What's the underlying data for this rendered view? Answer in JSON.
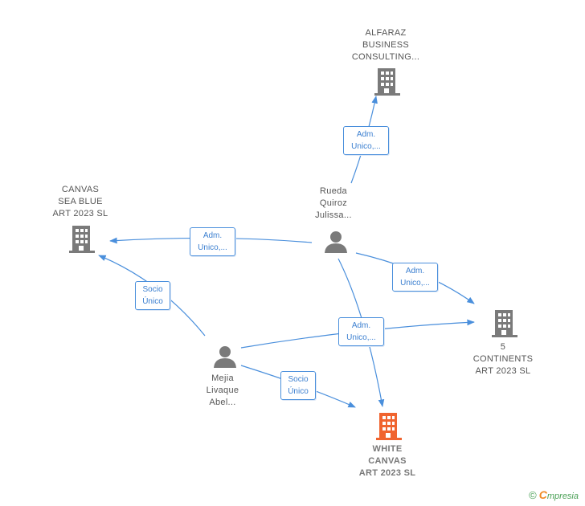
{
  "nodes": {
    "alfaraz": {
      "label": "ALFARAZ\nBUSINESS\nCONSULTING...",
      "kind": "company"
    },
    "canvas_sea": {
      "label": "CANVAS\nSEA BLUE\nART 2023  SL",
      "kind": "company"
    },
    "rueda": {
      "label": "Rueda\nQuiroz\nJulissa...",
      "kind": "person"
    },
    "continents": {
      "label": "5\nCONTINENTS\nART 2023  SL",
      "kind": "company"
    },
    "mejia": {
      "label": "Mejia\nLivaque\nAbel...",
      "kind": "person"
    },
    "white": {
      "label": "WHITE\nCANVAS\nART 2023  SL",
      "kind": "company-focus"
    }
  },
  "edges": {
    "rueda_alfaraz": "Adm.\nUnico,...",
    "rueda_canvas_sea": "Adm.\nUnico,...",
    "rueda_continents": "Adm.\nUnico,...",
    "rueda_white": "Adm.\nUnico,...",
    "mejia_canvas_sea": "Socio\nÚnico",
    "mejia_white": "Socio\nÚnico"
  },
  "footer": {
    "copyright": "©",
    "brand_first": "C",
    "brand_rest": "mpresia"
  },
  "colors": {
    "edge": "#4a8fdc",
    "company_icon": "#7a7a7a",
    "focus_icon": "#f0642f",
    "person_icon": "#7a7a7a"
  }
}
